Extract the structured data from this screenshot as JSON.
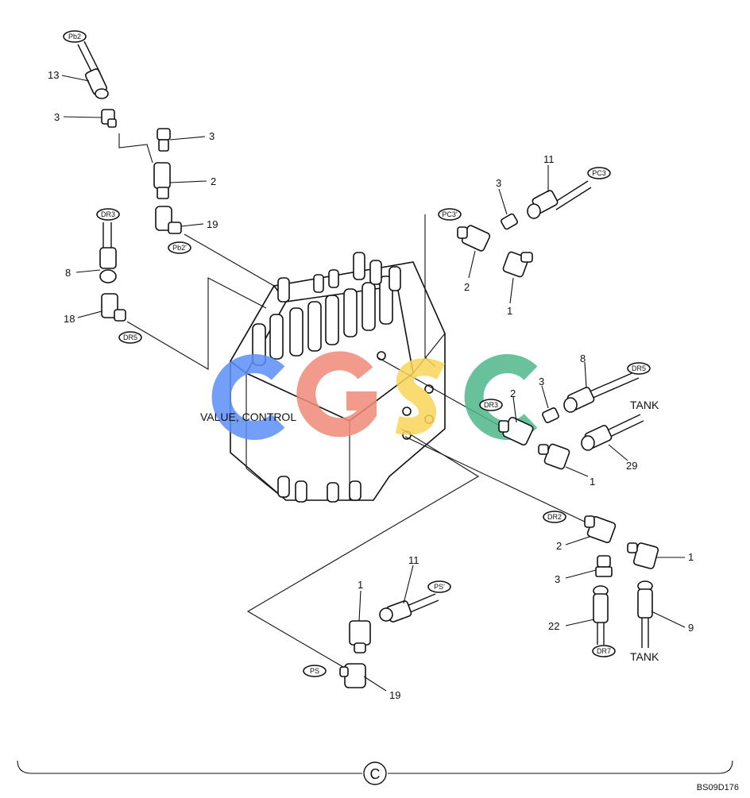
{
  "diagram": {
    "assembly_label": "VALUE, CONTROL",
    "figure_id": "BS09D176",
    "section_marker": "C",
    "watermark": {
      "text": "CGSC",
      "colors": [
        "#5b8ff9",
        "#f08a7a",
        "#f9d55a",
        "#4fb78a"
      ]
    },
    "tags": {
      "pb2_top": "Pb2",
      "pb2_mid": "Pb2'",
      "dr3_left": "DR3",
      "dr5_left": "DR5",
      "pc3_mid": "PC3'",
      "pc3_right": "PC3",
      "dr5_right": "DR5",
      "dr3_center": "DR3",
      "dr2": "DR2",
      "dr7": "DR7",
      "ps_upper": "PS'",
      "ps_lower": "PS"
    },
    "callouts": {
      "c13": "13",
      "c3a": "3",
      "c3b": "3",
      "c2a": "2",
      "c19a": "19",
      "c8a": "8",
      "c18": "18",
      "c11a": "11",
      "c3c": "3",
      "c2b": "2",
      "c1a": "1",
      "c8b": "8",
      "c3d": "3",
      "c2c": "2",
      "c1b": "1",
      "c29": "29",
      "c2d": "2",
      "c1c": "1",
      "c3e": "3",
      "c22": "22",
      "c9": "9",
      "c1d": "1",
      "c11b": "11",
      "c19b": "19"
    },
    "tank_labels": {
      "upper": "TANK",
      "lower": "TANK"
    }
  }
}
